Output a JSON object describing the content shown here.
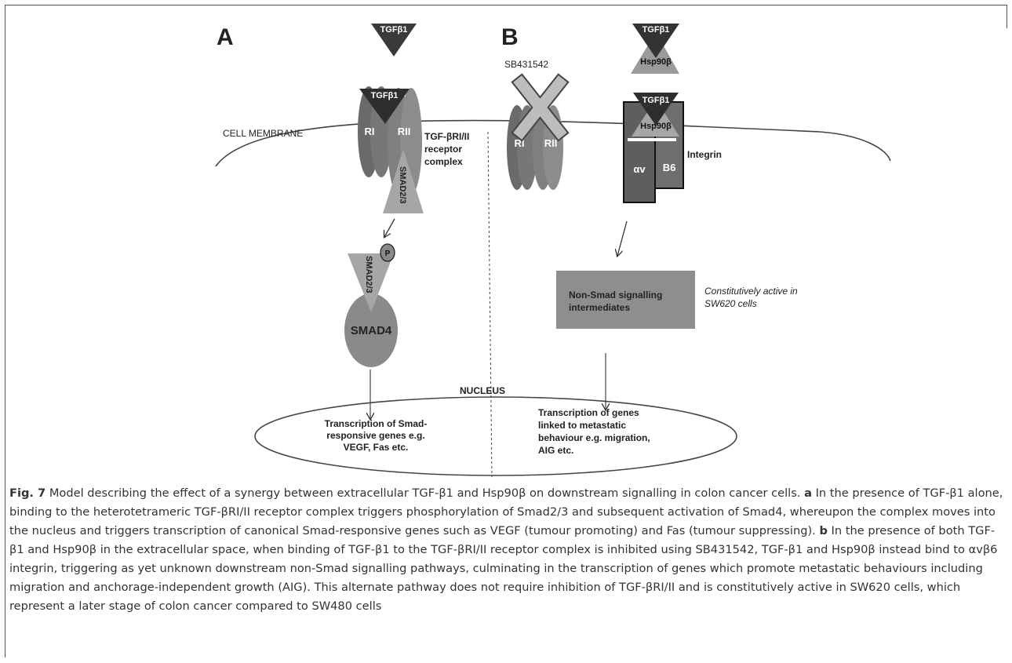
{
  "panels": {
    "a": "A",
    "b": "B"
  },
  "labels": {
    "tgf_top_a": "TGFβ1",
    "tgf_receptor_a": "TGFβ1",
    "ri_a": "RI",
    "rii_a": "RII",
    "cell_membrane": "CELL MEMBRANE",
    "receptor_complex_1": "TGF-βRI/II",
    "receptor_complex_2": "receptor",
    "receptor_complex_3": "complex",
    "smad23_receptor": "SMAD2/3",
    "phospho": "P",
    "smad23_free": "SMAD2/3",
    "smad4": "SMAD4",
    "nucleus": "NUCLEUS",
    "transcription_a_1": "Transcription of Smad-",
    "transcription_a_2": "responsive genes e.g.",
    "transcription_a_3": "VEGF, Fas etc.",
    "sb_inhibitor": "SB431542",
    "ri_b": "RI",
    "rii_b": "RII",
    "tgf_top_b": "TGFβ1",
    "hsp_top_b": "Hsp90β",
    "tgf_integrin": "TGFβ1",
    "hsp_integrin": "Hsp90β",
    "integrin": "Integrin",
    "alpha_v": "αv",
    "beta6": "Β6",
    "non_smad_1": "Non-Smad signalling",
    "non_smad_2": "intermediates",
    "constitutive_1": "Constitutively active in",
    "constitutive_2": "SW620 cells",
    "transcription_b_1": "Transcription of genes",
    "transcription_b_2": "linked to metastatic",
    "transcription_b_3": "behaviour e.g. migration,",
    "transcription_b_4": "AIG etc."
  },
  "caption": {
    "fig": "Fig. 7",
    "title": " Model describing the effect of a synergy between extracellular TGF-β1 and Hsp90β on downstream signalling in colon cancer cells. ",
    "a_label": "a",
    "a_text": " In the presence of TGF-β1 alone, binding to the heterotetrameric TGF-βRI/II receptor complex triggers phosphorylation of Smad2/3 and subsequent activation of Smad4, whereupon the complex moves into the nucleus and triggers transcription of canonical Smad-responsive genes such as VEGF (tumour promoting) and Fas (tumour suppressing). ",
    "b_label": "b",
    "b_text": " In the presence of both TGF-β1 and Hsp90β in the extracellular space, when binding of TGF-β1 to the TGF-βRI/II receptor complex is inhibited using SB431542, TGF-β1 and Hsp90β instead bind to αvβ6 integrin, triggering as yet unknown downstream non-Smad signalling pathways, culminating in the transcription of genes which promote metastatic behaviours including migration and anchorage-independent growth (AIG). This alternate pathway does not require inhibition of TGF-βRI/II and is constitutively active in SW620 cells, which represent a later stage of colon cancer compared to SW480 cells"
  }
}
